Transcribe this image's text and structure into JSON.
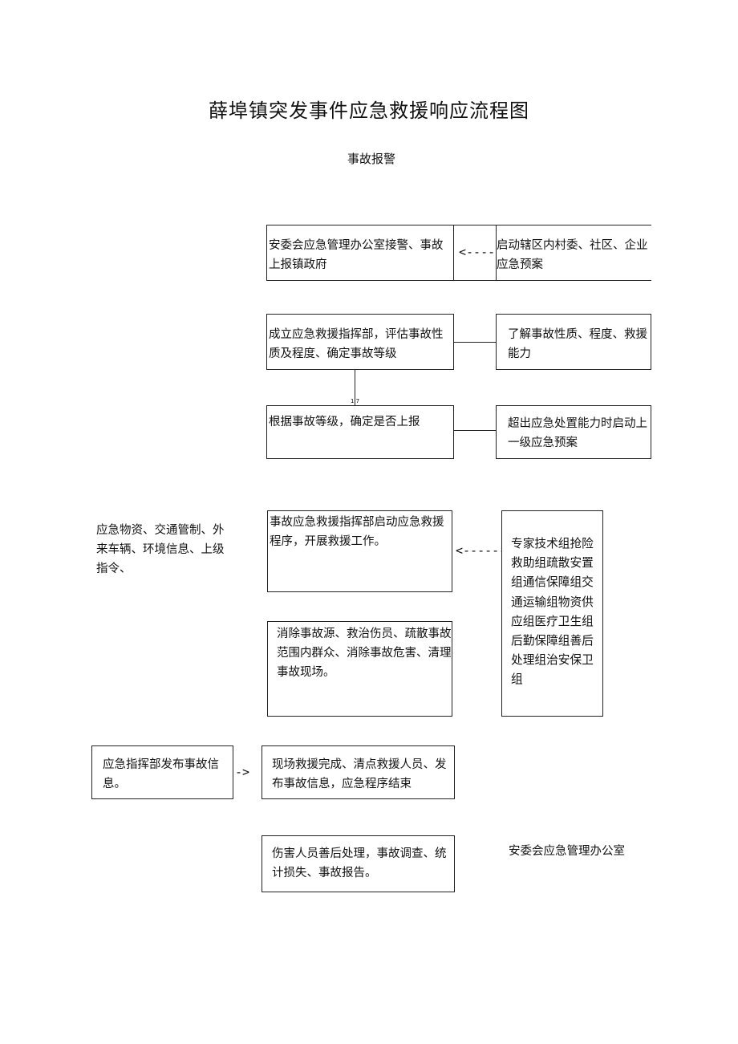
{
  "title": "薛埠镇突发事件应急救援响应流程图",
  "start_label": "事故报警",
  "nodes": {
    "receive_alarm": "安委会应急管理办公室接警、事故上报镇政府",
    "launch_local_plans": "启动辖区内村委、社区、企业应急预案",
    "set_up_command": "成立应急救援指挥部，评估事故性质及程度、确定事故等级",
    "assess_nature": "了解事故性质、程度、救援能力",
    "decide_report": "根据事故等级，确定是否上报",
    "escalate_plan": "超出应急处置能力时启动上一级应急预案",
    "start_rescue": "事故应急救援指挥部启动应急救援程序，开展救援工作。",
    "resources": "应急物资、交通管制、外来车辆、环境信息、上级指令、",
    "teams": "专家技术组抢险救助组疏散安置组通信保障组交通运输组物资供应组医疗卫生组后勤保障组善后处理组治安保卫组",
    "eliminate_source": "消除事故源、救治伤员、疏散事故范围内群众、消除事故危害、清理事故现场。",
    "publish_info": "应急指挥部发布事故信息。",
    "rescue_complete": "现场救援完成、清点救援人员、发布事故信息，应急程序结束",
    "aftermath": "伤害人员善后处理，事故调查、统计损失、事故报告。",
    "office_sign": "安委会应急管理办公室"
  },
  "arrows": {
    "dashed_left_1": "<-----",
    "dashed_left_2": "<-------",
    "solid_right": "->",
    "small_mark": "1 7"
  }
}
